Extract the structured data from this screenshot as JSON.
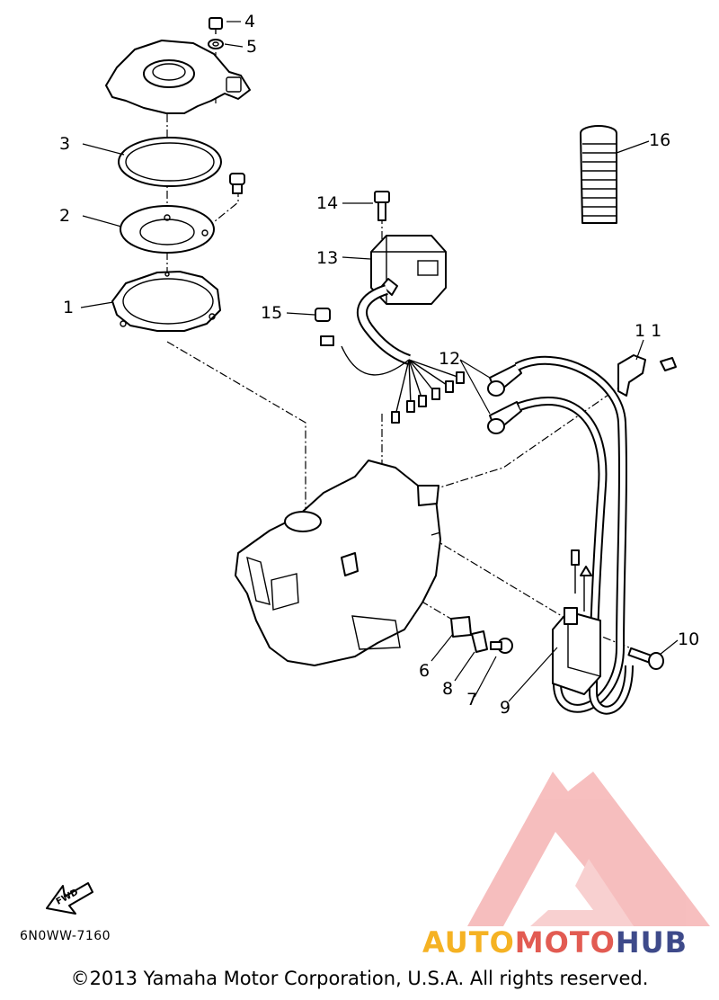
{
  "diagram": {
    "callouts": {
      "p1": "1",
      "p2": "2",
      "p3": "3",
      "p4": "4",
      "p5": "5",
      "p6": "6",
      "p7": "7",
      "p8": "8",
      "p9": "9",
      "p10": "10",
      "p11": "1 1",
      "p12": "12",
      "p13": "13",
      "p14": "14",
      "p15": "15",
      "p16": "16"
    },
    "fwd_label": "FWD",
    "diagram_code": "6N0WW-7160"
  },
  "watermark": {
    "brand_part1": "AUTO",
    "brand_part2": "MOTO",
    "brand_part3": "HUB",
    "colors": {
      "auto": "#f5b223",
      "moto": "#e25b52",
      "hub": "#3e4a8a",
      "logo": "#f08a8a"
    }
  },
  "footer": {
    "copyright": "©2013 Yamaha Motor Corporation, U.S.A. All rights reserved."
  }
}
